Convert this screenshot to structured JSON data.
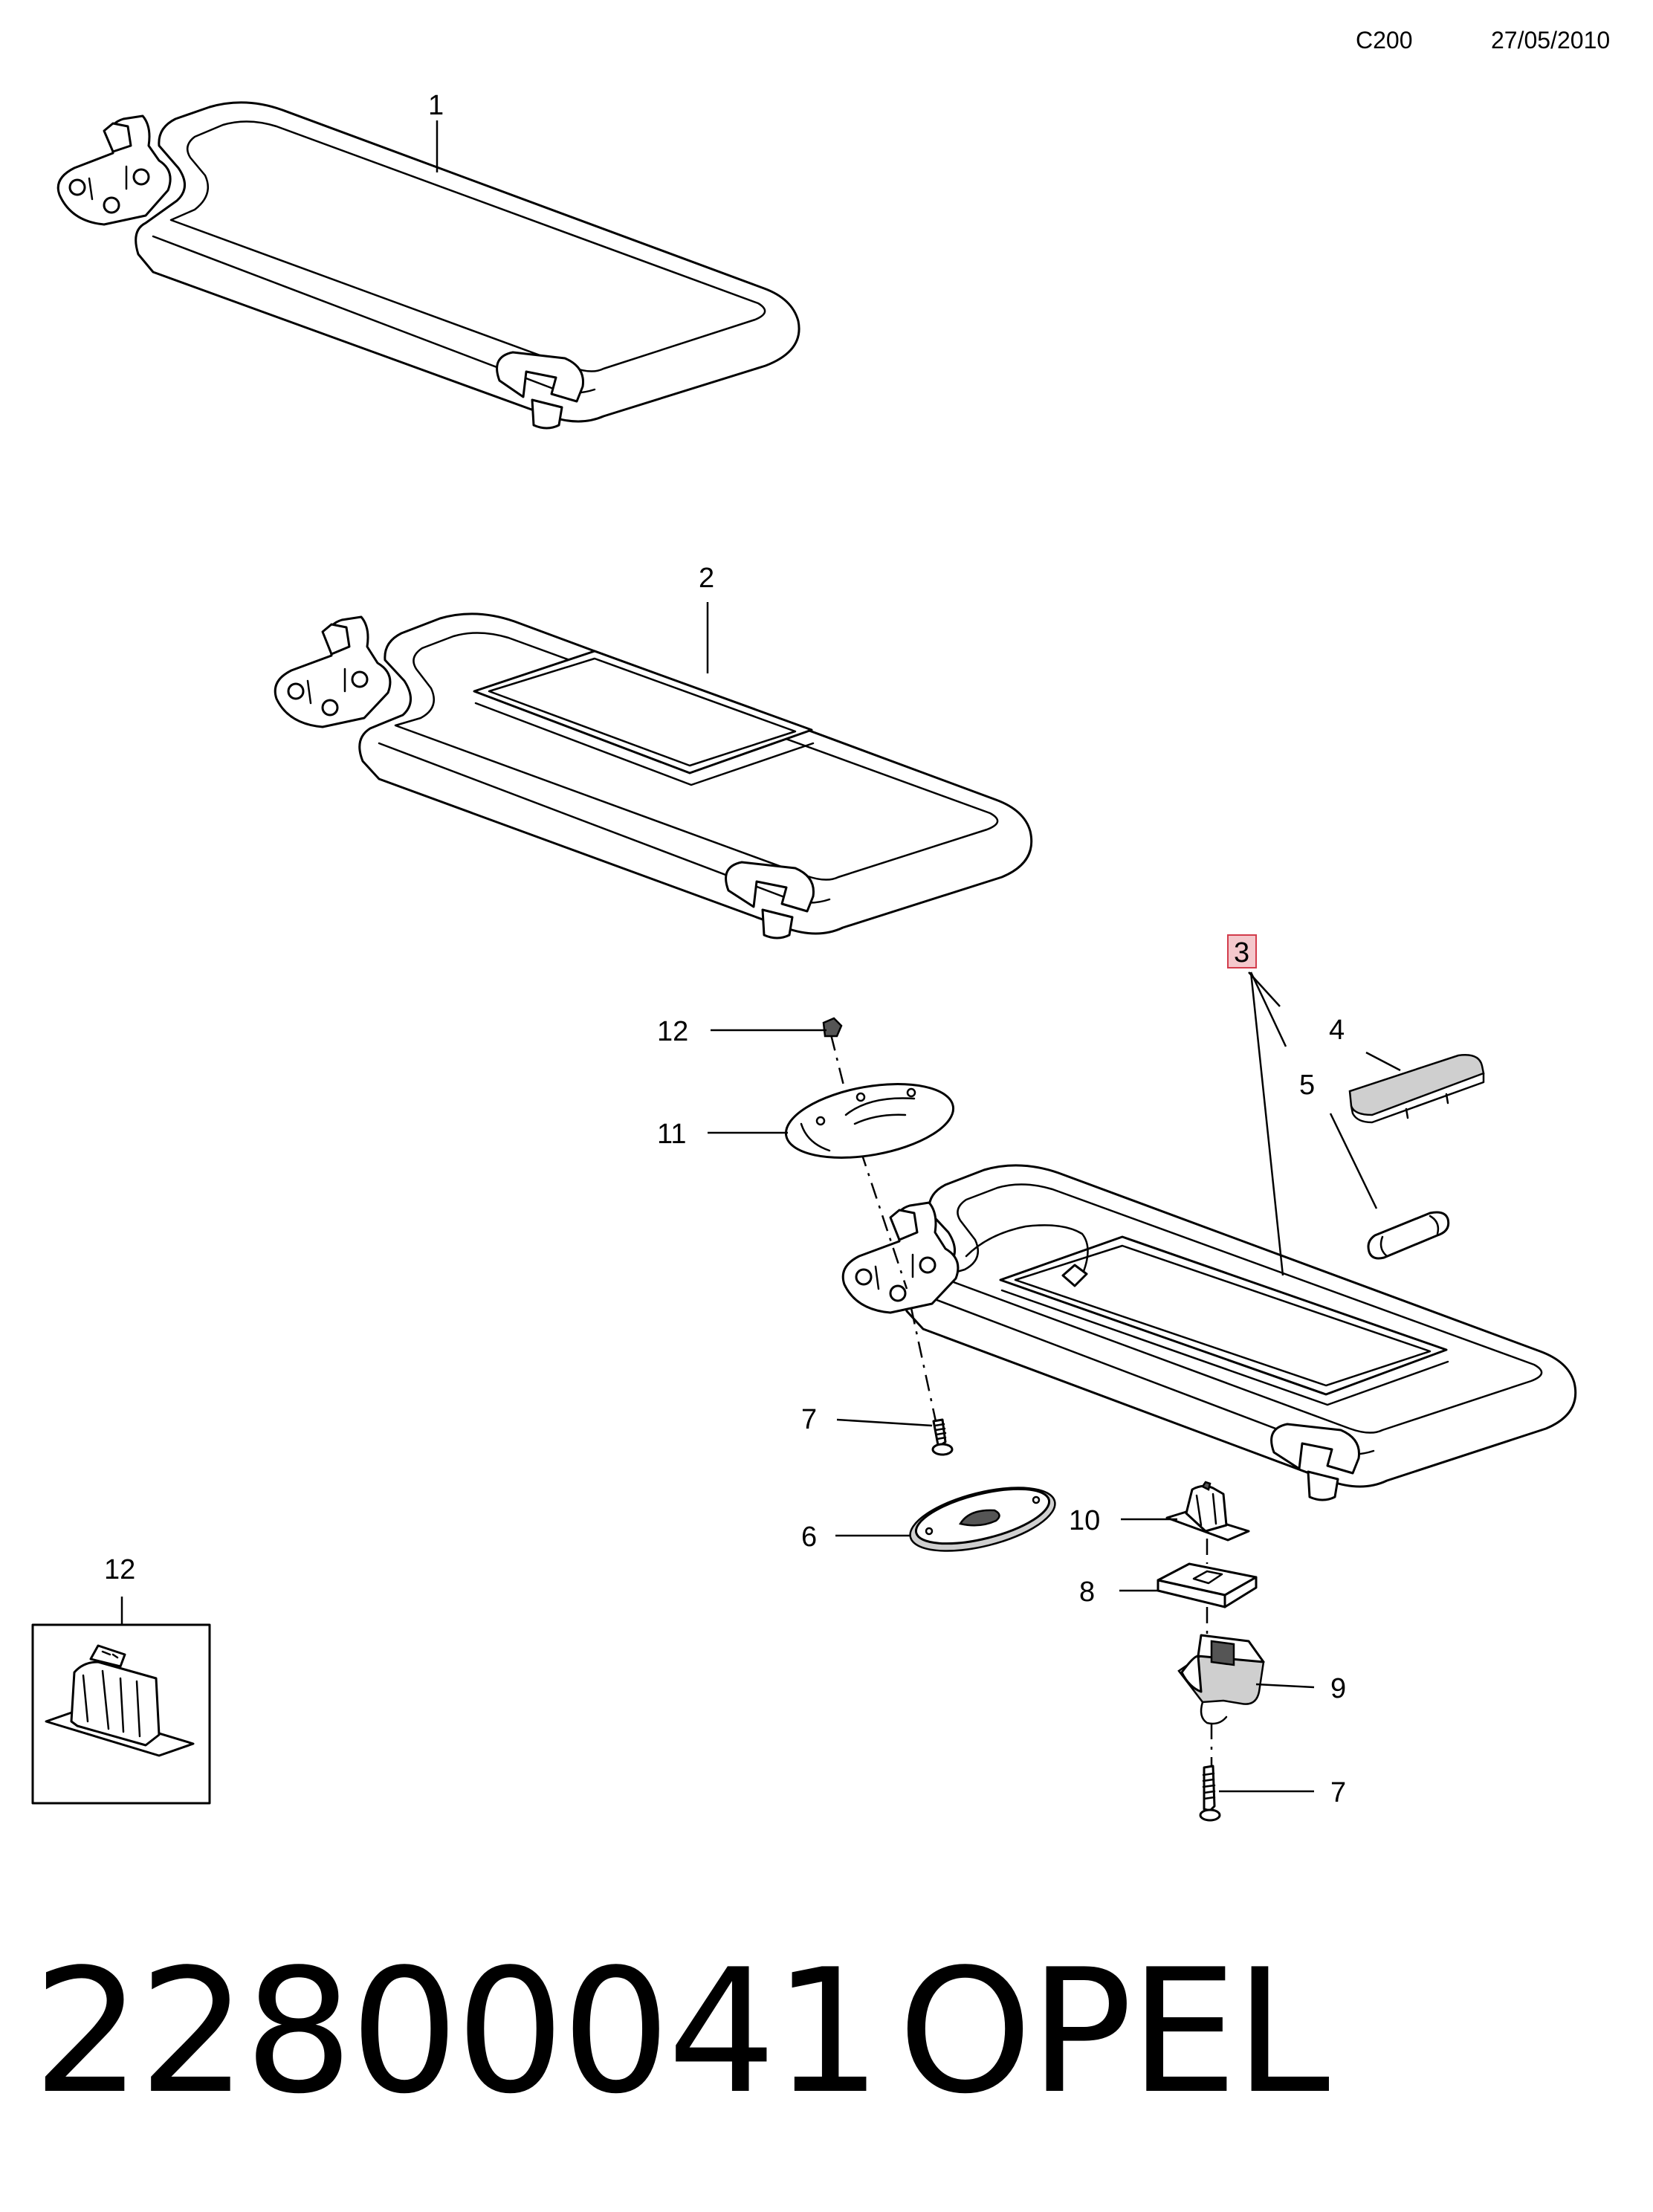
{
  "header": {
    "code": "C200",
    "date": "27/05/2010"
  },
  "callouts": {
    "c1": "1",
    "c2": "2",
    "c3": "3",
    "c4": "4",
    "c5": "5",
    "c6": "6",
    "c7a": "7",
    "c7b": "7",
    "c8": "8",
    "c9": "9",
    "c10": "10",
    "c11": "11",
    "c12a": "12",
    "c12b": "12"
  },
  "highlight_color": "#f4c8cc",
  "highlight_border": "#d23c4b",
  "footer": {
    "part_number": "22800041",
    "brand": "OPEL"
  }
}
